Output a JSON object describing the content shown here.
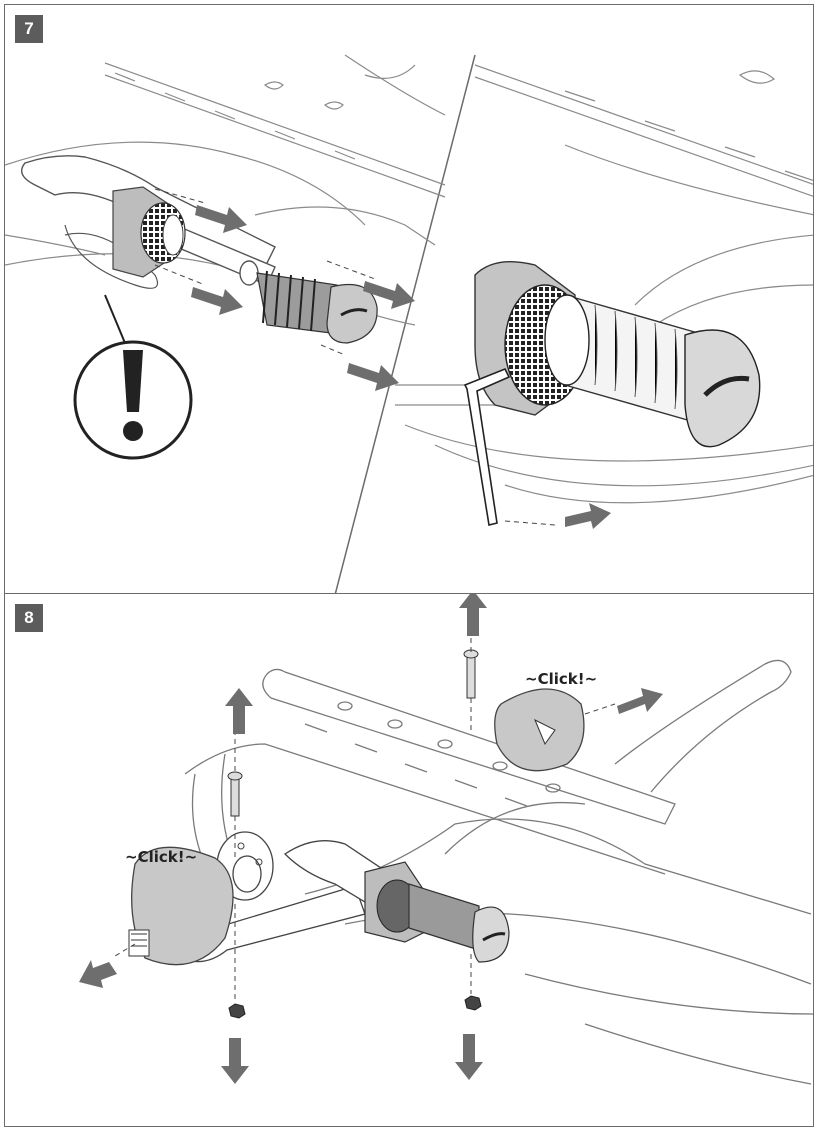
{
  "steps": [
    {
      "number": "7"
    },
    {
      "number": "8"
    }
  ],
  "labels": {
    "click_right": "~Click!~",
    "click_left": "~Click!~"
  },
  "colors": {
    "frame": "#6b6b6b",
    "badge": "#5c5c5c",
    "arrow": "#6e6e6e",
    "line": "#555555"
  },
  "icons": [
    "warning-exclamation-icon",
    "arrow-icon",
    "allen-key-icon",
    "bolt-icon",
    "nut-icon",
    "grip-icon",
    "end-cap-icon"
  ]
}
